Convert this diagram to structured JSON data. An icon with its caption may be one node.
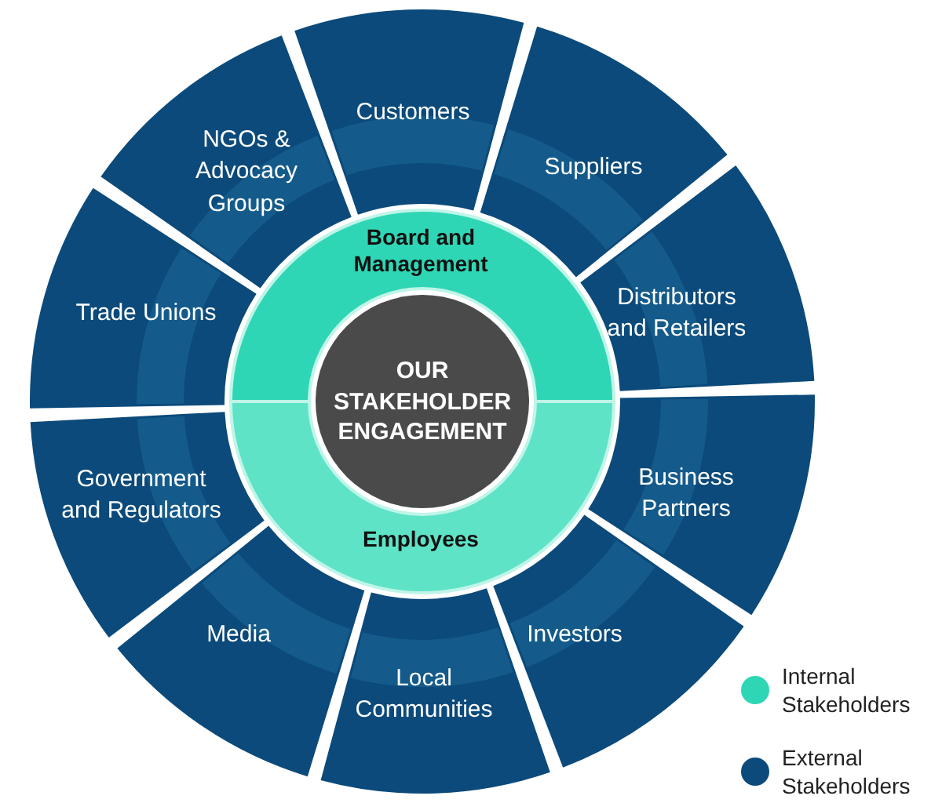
{
  "diagram": {
    "nodes": [
      {
        "text": [
          "Customers"
        ]
      },
      {
        "text": [
          "Suppliers"
        ]
      },
      {
        "text": [
          "Distributors and Retailers"
        ]
      },
      {
        "text": [
          "Business Partners"
        ]
      },
      {
        "text": [
          "Investors"
        ]
      },
      {
        "text": [
          "Local Communities"
        ]
      },
      {
        "text": [
          "Media"
        ]
      },
      {
        "text": [
          "Government and Regulators"
        ]
      },
      {
        "text": [
          "Trade Unions"
        ]
      },
      {
        "text": [
          "NGOs & Advocacy Groups"
        ]
      },
      {
        "text": [
          "Board and Management"
        ]
      },
      {
        "text": [
          "Employees"
        ]
      },
      {
        "text": [
          "OUR STAKEHOLDER ENGAGEMENT"
        ]
      }
    ],
    "legend": [
      {
        "text": "Internal Stakeholders",
        "color": "#2fd6b5"
      },
      {
        "text": "External Stakeholders",
        "color": "#0b4a7a"
      }
    ]
  }
}
